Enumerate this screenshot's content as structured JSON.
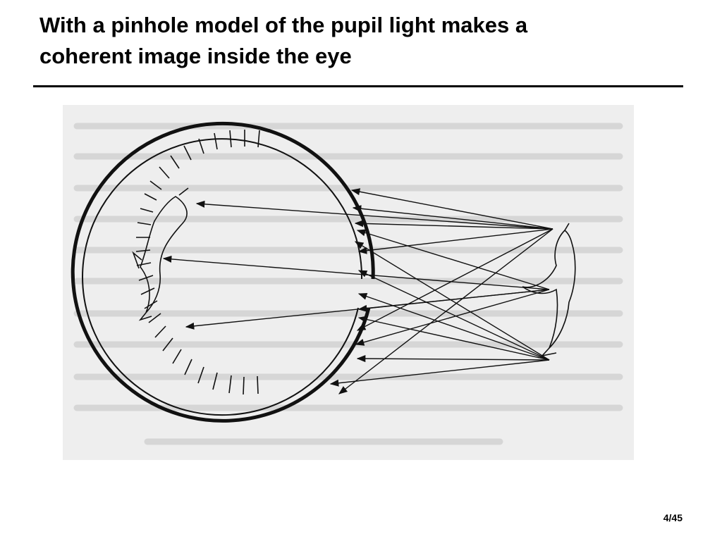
{
  "slide": {
    "title_line1": "With a pinhole model of the pupil light makes a",
    "title_line2": "coherent image inside the eye",
    "page_number": "4/45"
  },
  "colors": {
    "background": "#ffffff",
    "figure_bg": "#eeeeee",
    "ink": "#111111"
  }
}
